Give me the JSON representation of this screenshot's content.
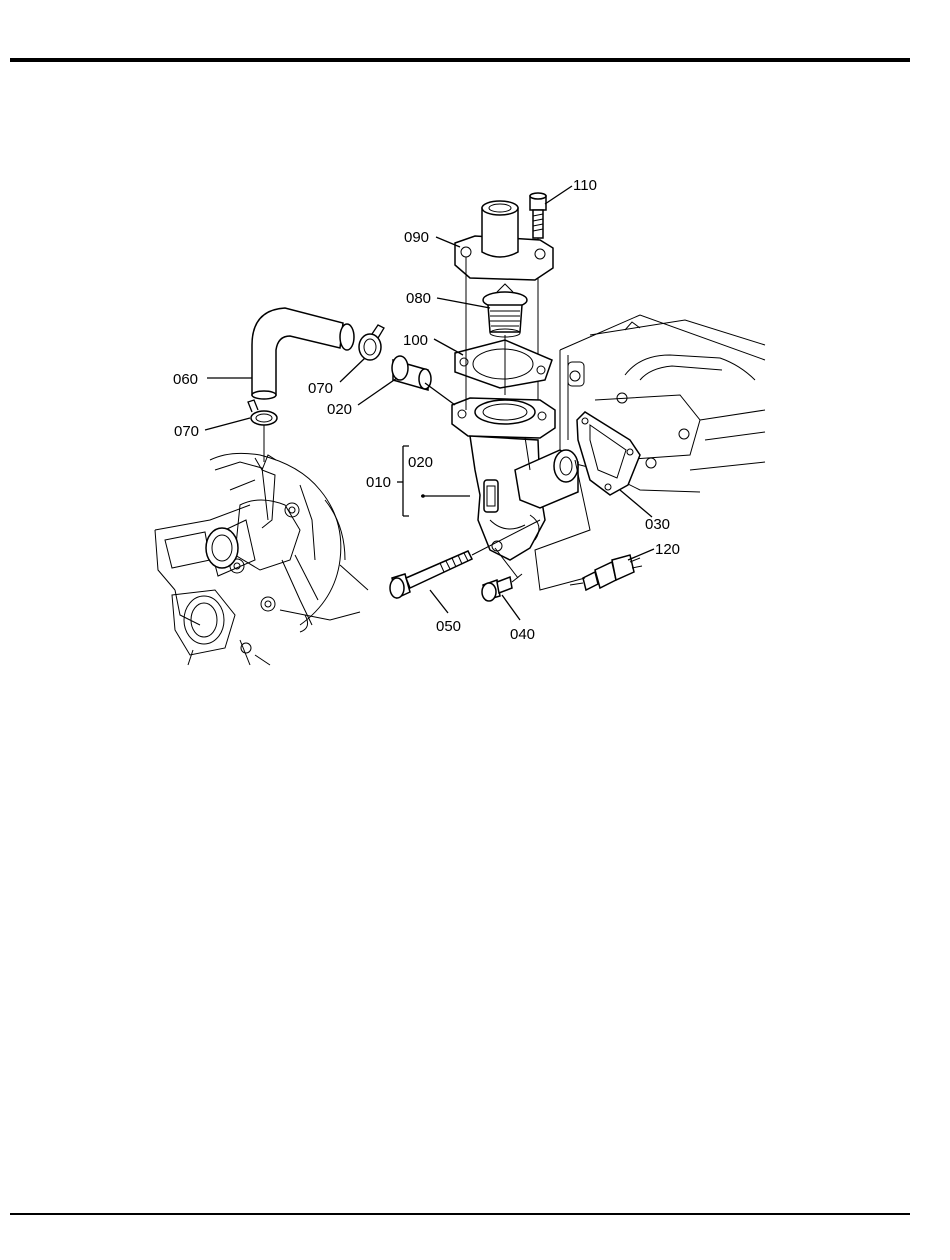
{
  "callouts": {
    "c110": "110",
    "c090": "090",
    "c080": "080",
    "c100": "100",
    "c060": "060",
    "c070a": "070",
    "c020a": "020",
    "c070b": "070",
    "c020b": "020",
    "c010": "010",
    "c030": "030",
    "c120": "120",
    "c050": "050",
    "c040": "040"
  },
  "colors": {
    "ink": "#000000",
    "paper": "#ffffff"
  }
}
